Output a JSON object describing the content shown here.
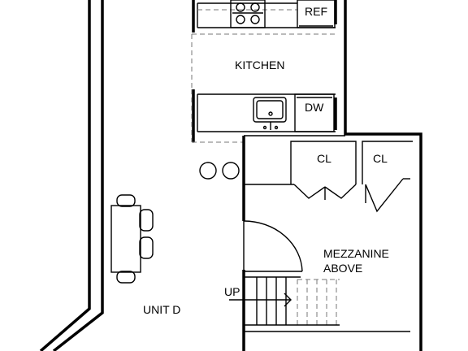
{
  "labels": {
    "ref": "REF",
    "kitchen": "KITCHEN",
    "dw": "DW",
    "closet_left": "CL",
    "closet_right": "CL",
    "mezzanine_line1": "MEZZANINE",
    "mezzanine_line2": "ABOVE",
    "stair_up": "UP",
    "unit": "UNIT D"
  }
}
